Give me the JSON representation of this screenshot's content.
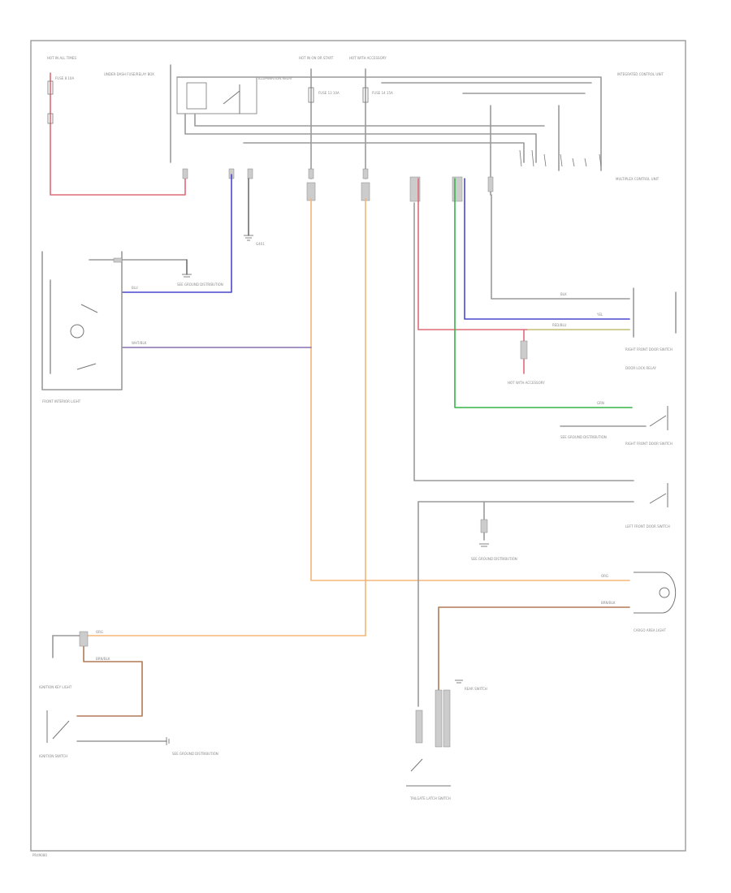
{
  "colors": {
    "red": "#e06b78",
    "blue": "#4a47d1",
    "orange": "#f4b578",
    "green": "#39b34a",
    "purple": "#8a6fb0",
    "brown": "#b07a55",
    "gray": "#9a9a9a"
  },
  "labels": {
    "hot_left": "HOT IN ALL TIMES",
    "fuse_left": "FUSE 8 10A",
    "underdash_box": "UNDER-DASH FUSE/RELAY BOX",
    "relay": "ILLUMINATION RELAY",
    "hot_on": "HOT IN ON OR START",
    "fuse_mid1": "FUSE 13 10A",
    "fuse_mid2": "FUSE 14 15A",
    "hot_acc": "HOT WITH ACCESSORY",
    "central_top": "INTEGRATED CONTROL UNIT",
    "central_main": "MULTIPLEX CONTROL UNIT",
    "g_label": "G401",
    "ground_g1": "SEE GROUND DISTRIBUTION",
    "front_lamp": "FRONT INTERIOR LIGHT",
    "right_relay": "RIGHT FRONT DOOR SWITCH",
    "door_lock_relay": "DOOR LOCK RELAY",
    "right_switch": "RIGHT FRONT DOOR SWITCH",
    "left_switch": "LEFT FRONT DOOR SWITCH",
    "cargo_lamp": "CARGO AREA LIGHT",
    "ignition_key": "IGNITION KEY LIGHT",
    "ignition_switch": "IGNITION SWITCH",
    "rear_switch": "REAR SWITCH",
    "tailgate_switch": "TAILGATE LATCH SWITCH",
    "footer": "PR49080"
  },
  "wire_codes": {
    "w_blu": "BLU",
    "w_blk": "BLK",
    "w_org": "ORG",
    "w_red": "RED/BLU",
    "w_grn": "GRN",
    "w_yel": "YEL",
    "w_wht": "WHT/BLK",
    "w_brn": "BRN/BLK"
  }
}
